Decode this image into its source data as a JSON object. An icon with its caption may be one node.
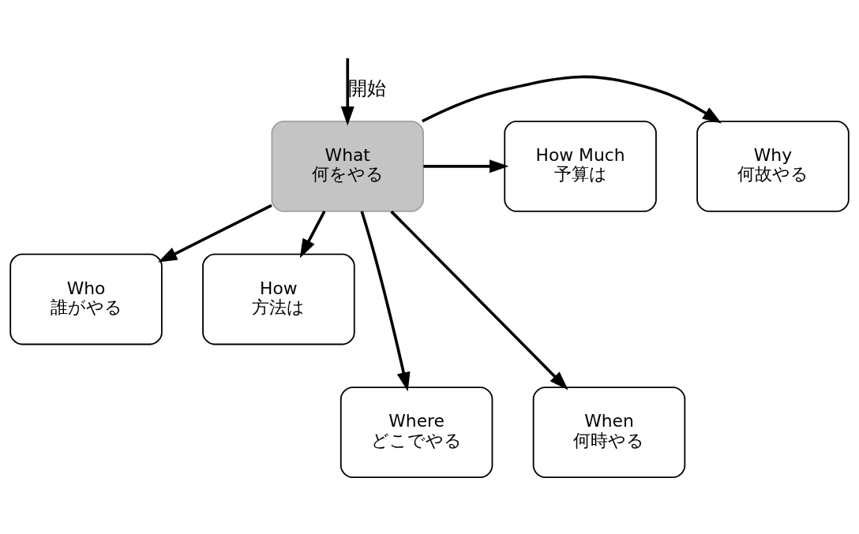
{
  "diagram": {
    "nodes": [
      {
        "text": [
          "What",
          "何をやる"
        ]
      },
      {
        "text": [
          "Why",
          "何故やる"
        ]
      },
      {
        "text": [
          "How Much",
          "予算は"
        ]
      },
      {
        "text": [
          "Who",
          "誰がやる"
        ]
      },
      {
        "text": [
          "How",
          "方法は"
        ]
      },
      {
        "text": [
          "Where",
          "どこでやる"
        ]
      },
      {
        "text": [
          "When",
          "何時やる"
        ]
      }
    ],
    "edges": [
      {
        "from": null,
        "to": 0,
        "arrow": "to",
        "label": "開始"
      },
      {
        "from": 0,
        "to": 1,
        "arrow": "to"
      },
      {
        "from": 0,
        "to": 2,
        "arrow": "to"
      },
      {
        "from": 0,
        "to": 3,
        "arrow": "to"
      },
      {
        "from": 0,
        "to": 4,
        "arrow": "to"
      },
      {
        "from": 0,
        "to": 5,
        "arrow": "to"
      },
      {
        "from": 0,
        "to": 6,
        "arrow": "to"
      }
    ]
  }
}
